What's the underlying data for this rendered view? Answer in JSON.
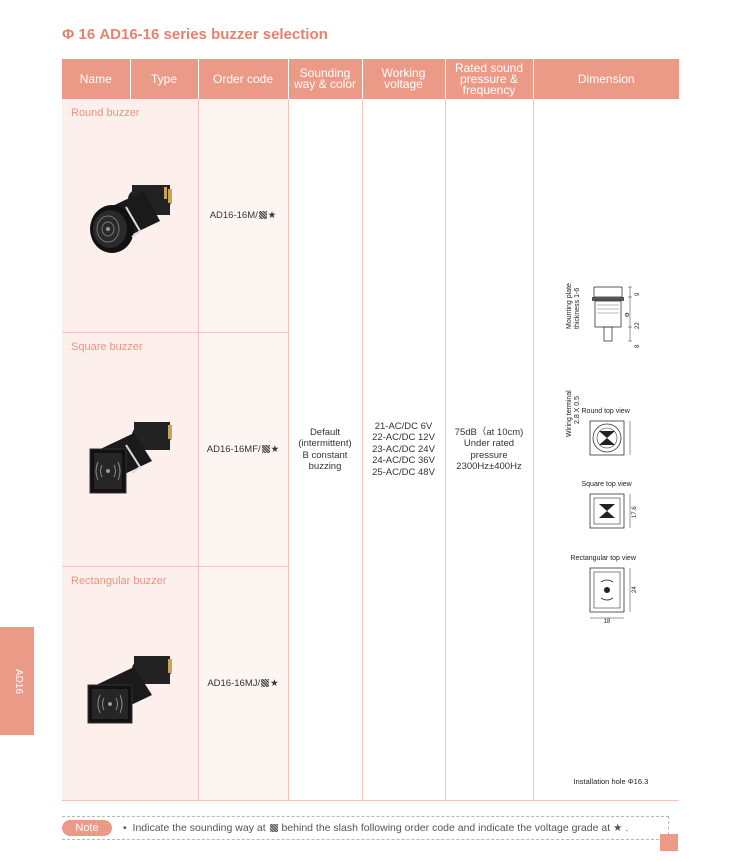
{
  "title": "Φ 16 AD16-16 series buzzer selection",
  "headers": {
    "name": "Name",
    "type": "Type",
    "order_code": "Order code",
    "sounding": "Sounding way & color",
    "working": "Working voltage",
    "rated": "Rated sound pressure & frequency",
    "dimension": "Dimension"
  },
  "rows": [
    {
      "name": "Round buzzer",
      "code": "AD16-16M/",
      "star": "★"
    },
    {
      "name": "Square buzzer",
      "code": "AD16-16MF/",
      "star": "★"
    },
    {
      "name": "Rectangular buzzer",
      "code": "AD16-16MJ/",
      "star": "★"
    }
  ],
  "sounding": [
    "Default",
    "(intermittent)",
    "B constant",
    "buzzing"
  ],
  "voltages": [
    "21-AC/DC 6V",
    "22-AC/DC 12V",
    "23-AC/DC 24V",
    "24-AC/DC 36V",
    "25-AC/DC 48V"
  ],
  "rated": [
    "75dB（at 10cm)",
    "Under rated",
    "pressure",
    "2300Hz±400Hz"
  ],
  "dimension": {
    "mounting_plate": "Mounting plate",
    "thickness": "thickness 1-6",
    "wiring_terminal": "Wiring terminal",
    "terminal_size": "2.8 X 0.5",
    "dim_9": "9",
    "dim_22": "22",
    "dim_8": "8",
    "dim_phi": "Φ",
    "round_top": "Round top view",
    "square_top": "Square top view",
    "square_dim": "17.6",
    "rect_top": "Rectangular top view",
    "rect_dim_h": "24",
    "rect_dim_w": "18",
    "install": "Installation hole Φ16.3"
  },
  "note": {
    "badge": "Note",
    "bullet": "•",
    "text_before": "Indicate the sounding way at",
    "text_after": "behind the slash following order code and indicate the voltage grade at",
    "star": "★",
    "end": "."
  },
  "side_tab": "AD16"
}
